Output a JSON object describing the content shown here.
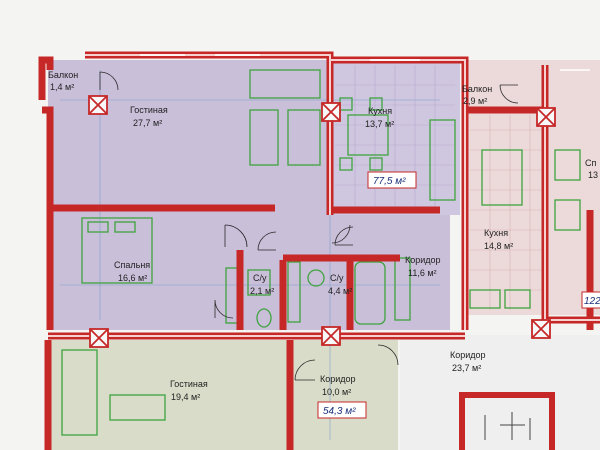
{
  "rooms": {
    "balcony_left": {
      "name": "Балкон",
      "area": "1,4 м²"
    },
    "living_top": {
      "name": "Гостиная",
      "area": "27,7 м²"
    },
    "kitchen_top": {
      "name": "Кухня",
      "area": "13,7 м²"
    },
    "balcony_right": {
      "name": "Балкон",
      "area": "2,9 м²"
    },
    "bedroom": {
      "name": "Спальня",
      "area": "16,6 м²"
    },
    "wc_1": {
      "name": "С/у",
      "area": "2,1 м²"
    },
    "wc_2": {
      "name": "С/у",
      "area": "4,4 м²"
    },
    "corridor_top": {
      "name": "Коридор",
      "area": "11,6 м²"
    },
    "kitchen_right": {
      "name": "Кухня",
      "area": "14,8 м²"
    },
    "living_bottom": {
      "name": "Гостиная",
      "area": "19,4 м²"
    },
    "corridor_bottom": {
      "name": "Коридор",
      "area": "10,0 м²"
    },
    "corridor_hall": {
      "name": "Коридор",
      "area": "23,7 м²"
    }
  },
  "apartments": {
    "total_top": "77,5 м²",
    "total_bottom": "54,3 м²"
  },
  "cut_off": {
    "right_label": "Сп",
    "right_area": "13",
    "right_total": "122"
  },
  "colors": {
    "wall": "#c62828",
    "apartment_top": "#c9bfd9",
    "apartment_bottom": "#d9dcc8",
    "right_unit": "#ecd9d9",
    "furniture": "#3fa33f",
    "total_text": "#1a2f7a"
  }
}
